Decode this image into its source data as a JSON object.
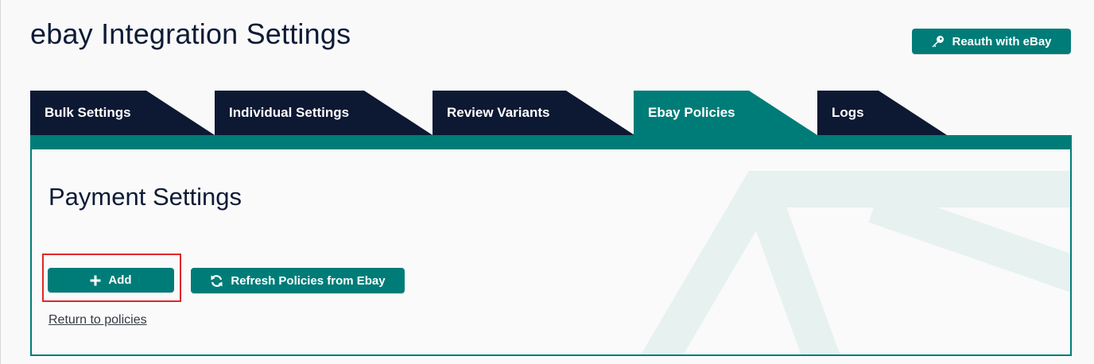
{
  "page": {
    "title": "ebay Integration Settings"
  },
  "header": {
    "reauth_label": "Reauth with eBay",
    "reauth_icon": "key-icon"
  },
  "tabs": [
    {
      "label": "Bulk Settings",
      "active": false
    },
    {
      "label": "Individual Settings",
      "active": false
    },
    {
      "label": "Review Variants",
      "active": false
    },
    {
      "label": "Ebay Policies",
      "active": true
    },
    {
      "label": "Logs",
      "active": false
    }
  ],
  "panel": {
    "section_title": "Payment Settings",
    "add_label": "Add",
    "add_icon": "plus-icon",
    "refresh_label": "Refresh Policies from Ebay",
    "refresh_icon": "refresh-icon",
    "return_link": "Return to policies"
  },
  "colors": {
    "accent": "#007c78",
    "tab_dark": "#0d1833",
    "highlight": "#e0262b",
    "background": "#f9f9fa"
  }
}
